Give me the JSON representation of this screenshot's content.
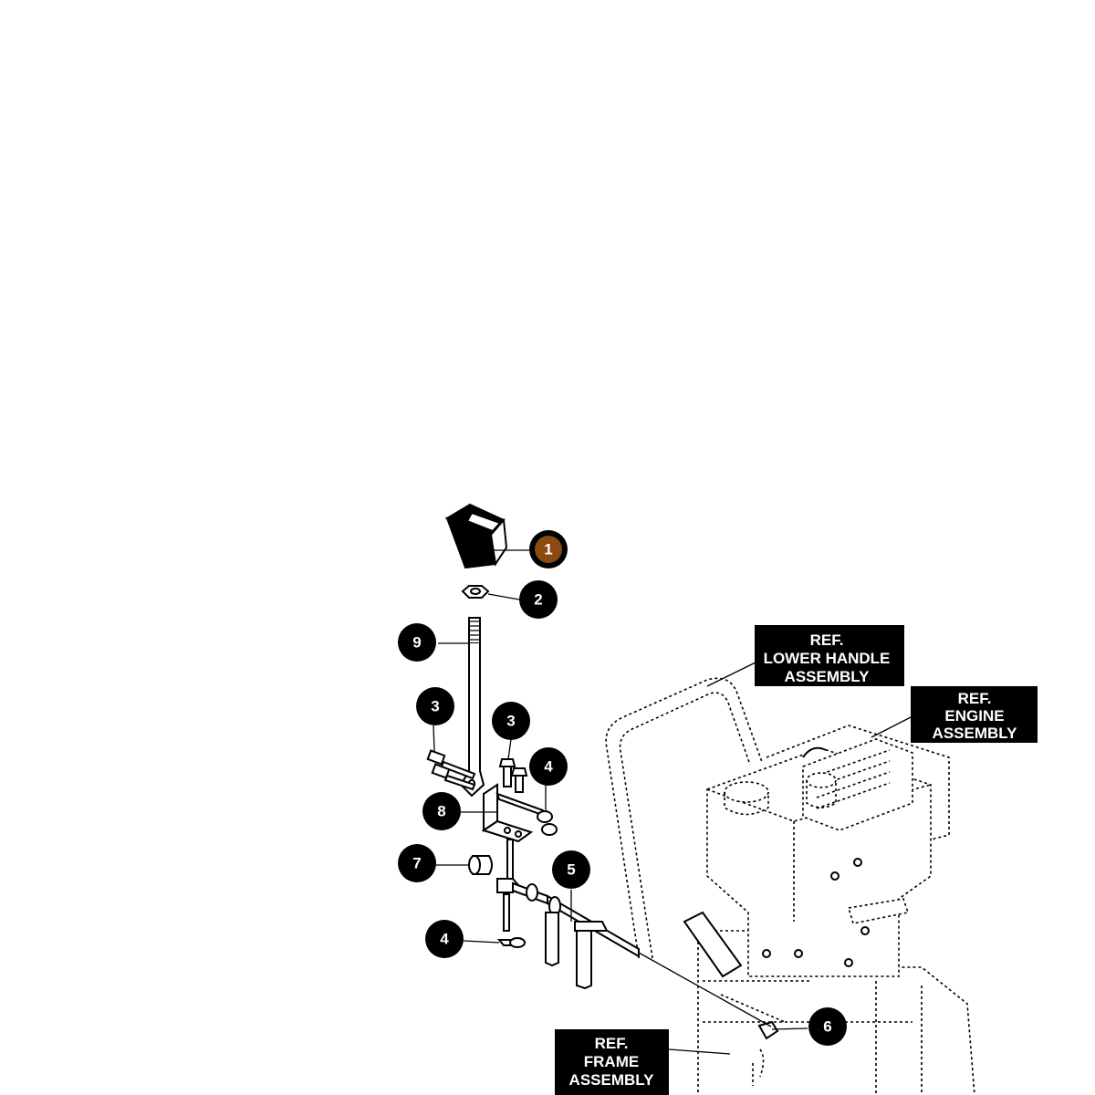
{
  "diagram": {
    "callouts": [
      {
        "number": "1",
        "part": "knob",
        "highlight_color": "#8a4a10"
      },
      {
        "number": "2",
        "part": "hex-nut"
      },
      {
        "number": "3",
        "part": "bolt-left"
      },
      {
        "number": "3",
        "part": "bolt-right"
      },
      {
        "number": "4",
        "part": "lock-nut-upper"
      },
      {
        "number": "4",
        "part": "lock-nut-lower"
      },
      {
        "number": "5",
        "part": "shift-rod"
      },
      {
        "number": "6",
        "part": "frame-nut"
      },
      {
        "number": "7",
        "part": "bushing"
      },
      {
        "number": "8",
        "part": "bracket"
      },
      {
        "number": "9",
        "part": "shift-lever"
      }
    ],
    "references": {
      "lower_handle": [
        "REF.",
        "LOWER HANDLE",
        "ASSEMBLY"
      ],
      "engine": [
        "REF.",
        "ENGINE",
        "ASSEMBLY"
      ],
      "frame": [
        "REF.",
        "FRAME",
        "ASSEMBLY"
      ]
    },
    "colors": {
      "callout_fill": "#000000",
      "callout_text": "#ffffff",
      "highlight": "#8a4a10",
      "background": "#ffffff"
    }
  }
}
